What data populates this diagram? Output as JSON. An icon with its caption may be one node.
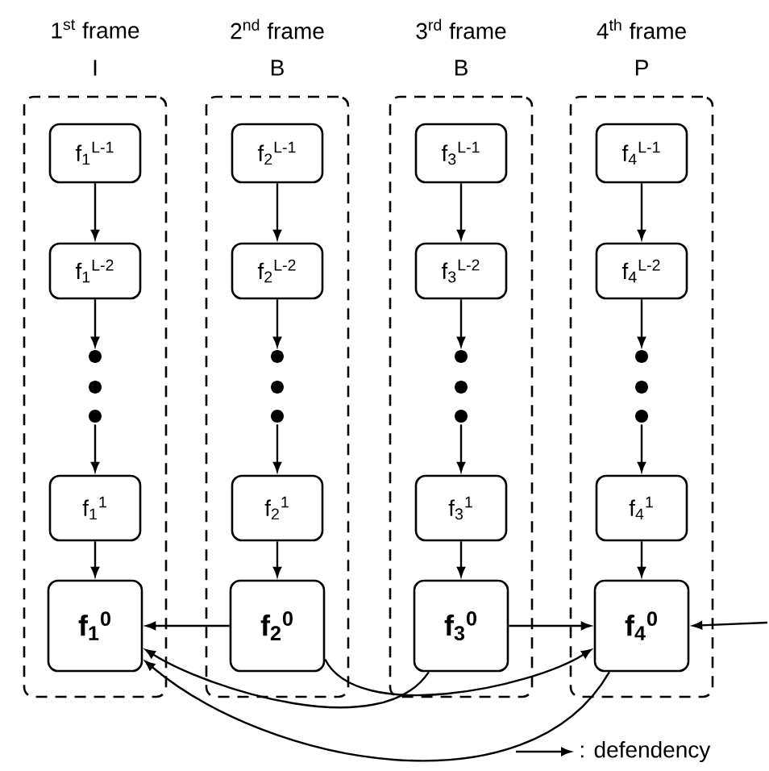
{
  "diagram": {
    "nodes": [
      {
        "text": [
          "1$^{st}$ frame",
          "I"
        ]
      },
      {
        "text": [
          "f$_{1}$$^{L-1}$"
        ],
        "in": 0
      },
      {
        "text": [
          "f$_{1}$$^{L-2}$"
        ],
        "in": 0
      },
      {
        "text": [],
        "shape": "dots",
        "in": 0
      },
      {
        "text": [
          "f$_{1}$$^{1}$"
        ],
        "in": 0
      },
      {
        "text": [
          "f$_{1}$$^{0}$"
        ],
        "in": 0
      },
      {
        "text": [
          "2$^{nd}$ frame",
          "B"
        ]
      },
      {
        "text": [
          "f$_{2}$$^{L-1}$"
        ],
        "in": 6
      },
      {
        "text": [
          "f$_{2}$$^{L-2}$"
        ],
        "in": 6
      },
      {
        "text": [],
        "shape": "dots",
        "in": 6
      },
      {
        "text": [
          "f$_{2}$$^{1}$"
        ],
        "in": 6
      },
      {
        "text": [
          "f$_{2}$$^{0}$"
        ],
        "in": 6
      },
      {
        "text": [
          "3$^{rd}$ frame",
          "B"
        ]
      },
      {
        "text": [
          "f$_{3}$$^{L-1}$"
        ],
        "in": 12
      },
      {
        "text": [
          "f$_{3}$$^{L-2}$"
        ],
        "in": 12
      },
      {
        "text": [],
        "shape": "dots",
        "in": 12
      },
      {
        "text": [
          "f$_{3}$$^{1}$"
        ],
        "in": 12
      },
      {
        "text": [
          "f$_{3}$$^{0}$"
        ],
        "in": 12
      },
      {
        "text": [
          "4$^{th}$ frame",
          "P"
        ]
      },
      {
        "text": [
          "f$_{4}$$^{L-1}$"
        ],
        "in": 18
      },
      {
        "text": [
          "f$_{4}$$^{L-2}$"
        ],
        "in": 18
      },
      {
        "text": [],
        "shape": "dots",
        "in": 18
      },
      {
        "text": [
          "f$_{4}$$^{1}$"
        ],
        "in": 18
      },
      {
        "text": [
          "f$_{4}$$^{0}$"
        ],
        "in": 18
      }
    ],
    "edges": [
      {
        "from": 1,
        "to": 2,
        "arrow": "to"
      },
      {
        "from": 2,
        "to": 3,
        "arrow": "to"
      },
      {
        "from": 3,
        "to": 4,
        "arrow": "to"
      },
      {
        "from": 4,
        "to": 5,
        "arrow": "to"
      },
      {
        "from": 7,
        "to": 8,
        "arrow": "to"
      },
      {
        "from": 8,
        "to": 9,
        "arrow": "to"
      },
      {
        "from": 9,
        "to": 10,
        "arrow": "to"
      },
      {
        "from": 10,
        "to": 11,
        "arrow": "to"
      },
      {
        "from": 13,
        "to": 14,
        "arrow": "to"
      },
      {
        "from": 14,
        "to": 15,
        "arrow": "to"
      },
      {
        "from": 15,
        "to": 16,
        "arrow": "to"
      },
      {
        "from": 16,
        "to": 17,
        "arrow": "to"
      },
      {
        "from": 19,
        "to": 20,
        "arrow": "to"
      },
      {
        "from": 20,
        "to": 21,
        "arrow": "to"
      },
      {
        "from": 21,
        "to": 22,
        "arrow": "to"
      },
      {
        "from": 22,
        "to": 23,
        "arrow": "to"
      },
      {
        "from": 11,
        "to": 5,
        "arrow": "to"
      },
      {
        "from": 17,
        "to": 5,
        "arrow": "to"
      },
      {
        "from": 23,
        "to": 5,
        "arrow": "to"
      },
      {
        "from": 11,
        "to": 23,
        "arrow": "to"
      },
      {
        "from": 17,
        "to": 23,
        "arrow": "to"
      },
      {
        "from": null,
        "to": 23,
        "arrow": "to"
      }
    ],
    "legend": [
      {
        "text": ": defendency"
      }
    ]
  }
}
